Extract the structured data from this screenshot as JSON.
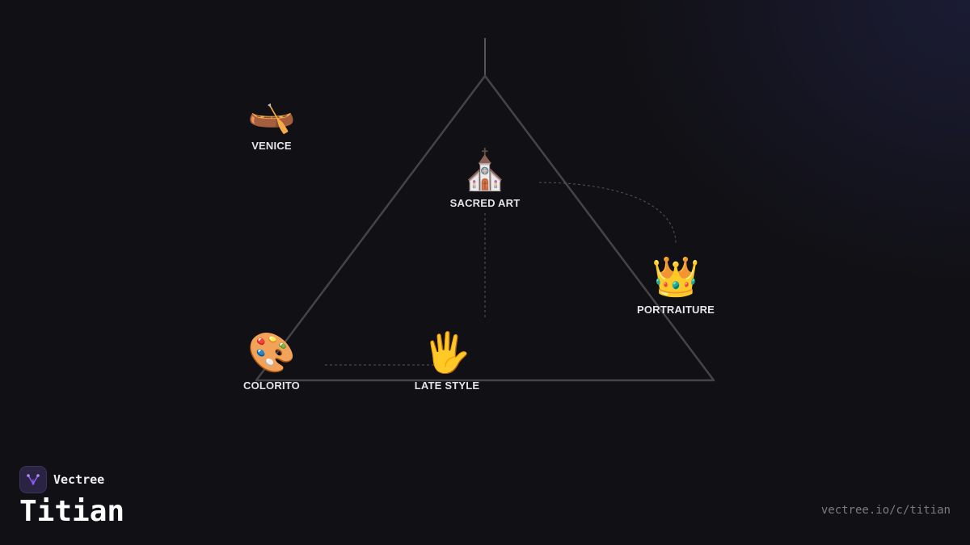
{
  "brand": {
    "name": "Vectree",
    "logo_icon": "vectree-logo-icon",
    "accent": "#8a5cf0"
  },
  "title": "Titian",
  "url": "vectree.io/c/titian",
  "nodes": [
    {
      "id": "venice",
      "label": "VENICE",
      "emoji": "🛶",
      "icon": "canoe-icon"
    },
    {
      "id": "sacred-art",
      "label": "SACRED ART",
      "emoji": "⛪",
      "icon": "church-icon"
    },
    {
      "id": "portraiture",
      "label": "PORTRAITURE",
      "emoji": "👑",
      "icon": "crown-icon"
    },
    {
      "id": "colorito",
      "label": "COLORITO",
      "emoji": "🎨",
      "icon": "palette-icon"
    },
    {
      "id": "late-style",
      "label": "LATE STYLE",
      "emoji": "🖐️",
      "icon": "hand-icon"
    }
  ]
}
